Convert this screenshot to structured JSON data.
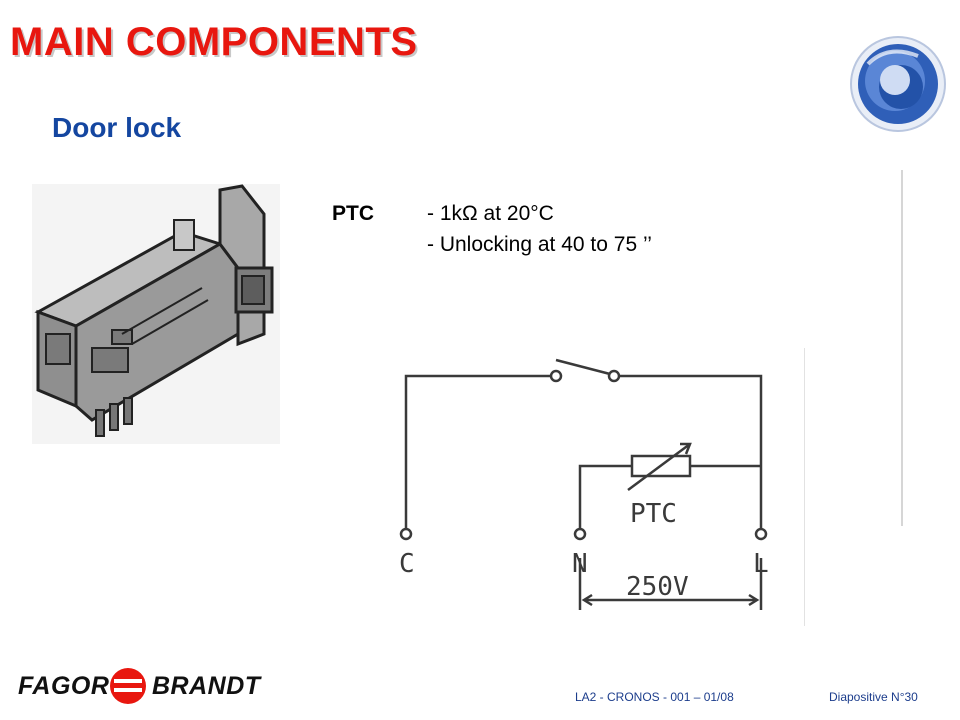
{
  "slide": {
    "title": "MAIN COMPONENTS",
    "subtitle": "Door lock"
  },
  "specs": {
    "component": "PTC",
    "lines": [
      "- 1kΩ at 20°C",
      "- Unlocking at 40 to 75 ’’"
    ]
  },
  "diagram": {
    "terminals": [
      "C",
      "N",
      "L"
    ],
    "resistor_label": "PTC",
    "voltage_label": "250V"
  },
  "footer": {
    "reference": "LA2 - CRONOS - 001 – 01/08",
    "slide_number": "Diapositive N°30",
    "logo_left": "FAGOR",
    "logo_right": "BRANDT"
  },
  "colors": {
    "title": "#e8170f",
    "subtitle": "#1446a0",
    "footer_text": "#1c3d8c",
    "logo_mark": "#e8170f",
    "globe": "#2f5fb8"
  },
  "icons": {
    "corner_logo": "globe-icon",
    "component_image": "door-lock-illustration",
    "brand_mark": "fagor-brandt-logo"
  }
}
